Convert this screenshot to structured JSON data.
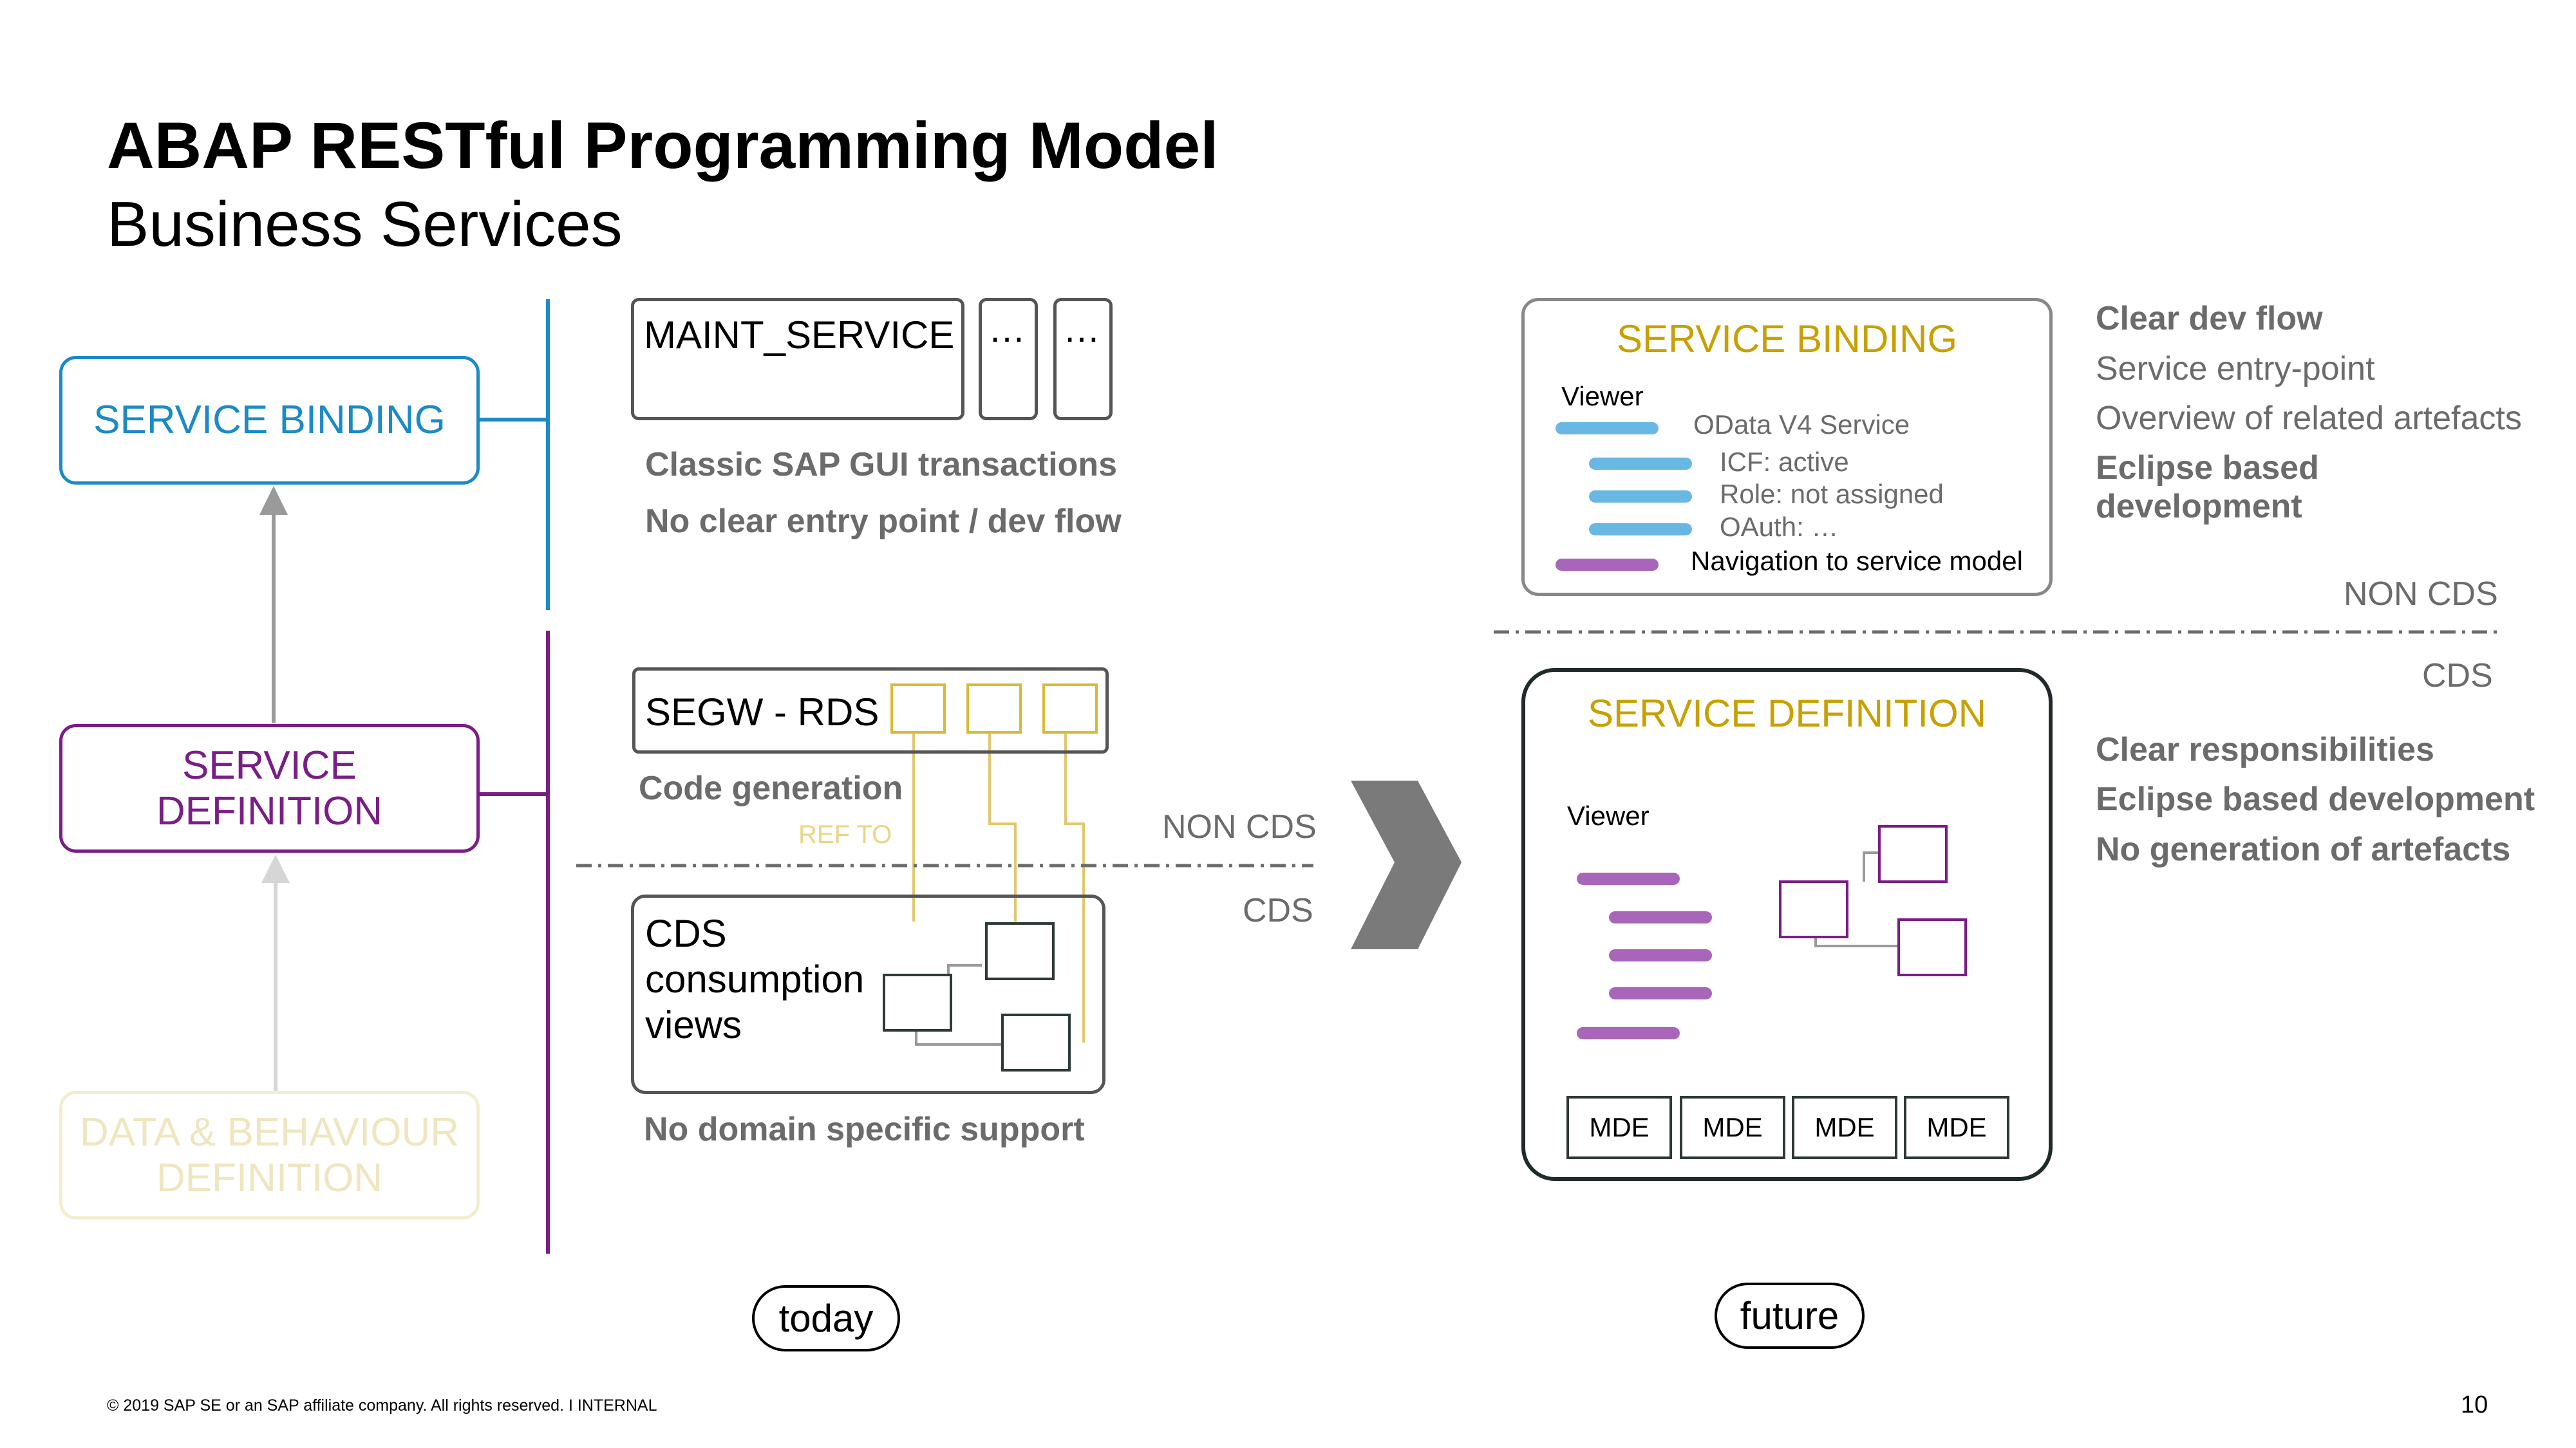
{
  "header": {
    "title": "ABAP RESTful Programming Model",
    "subtitle": "Business Services"
  },
  "layers": {
    "binding": "SERVICE BINDING",
    "definition_line1": "SERVICE",
    "definition_line2": "DEFINITION",
    "data_line1": "DATA & BEHAVIOUR",
    "data_line2": "DEFINITION"
  },
  "today": {
    "maint_service": "MAINT_SERVICE",
    "ellipsis1": "…",
    "ellipsis2": "…",
    "classic_note": "Classic SAP GUI transactions",
    "entry_note": "No clear entry point / dev flow",
    "segw": "SEGW - RDS",
    "code_gen": "Code generation",
    "ref_to": "REF TO",
    "non_cds": "NON CDS",
    "cds": "CDS",
    "cds_line1": "CDS",
    "cds_line2": "consumption",
    "cds_line3": "views",
    "domain_note": "No domain specific support",
    "label": "today"
  },
  "future": {
    "binding_title": "SERVICE BINDING",
    "viewer": "Viewer",
    "odata": "OData V4 Service",
    "icf": "ICF: active",
    "role": "Role: not assigned",
    "oauth": "OAuth: …",
    "nav": "Navigation to service model",
    "non_cds": "NON CDS",
    "cds": "CDS",
    "definition_title": "SERVICE DEFINITION",
    "viewer2": "Viewer",
    "mde": [
      "MDE",
      "MDE",
      "MDE",
      "MDE"
    ],
    "label": "future"
  },
  "benefits": {
    "clear_dev_flow": "Clear dev flow",
    "entry_point": "Service entry-point",
    "overview": "Overview of related artefacts",
    "eclipse_line1": "Eclipse based",
    "eclipse_line2": "development",
    "clear_resp": "Clear responsibilities",
    "eclipse_dev": "Eclipse based development",
    "no_gen": "No generation of artefacts"
  },
  "footer": {
    "copyright": "© 2019 SAP SE or an SAP affiliate company. All rights reserved.  I   INTERNAL",
    "page_number": "10"
  },
  "colors": {
    "blue": "#1b8ac6",
    "purple": "#7a1d86",
    "gold": "#c8a000",
    "light_blue_bar": "#69b8e3",
    "purple_bar": "#a865ba",
    "gray_text": "#6b6b6b"
  }
}
